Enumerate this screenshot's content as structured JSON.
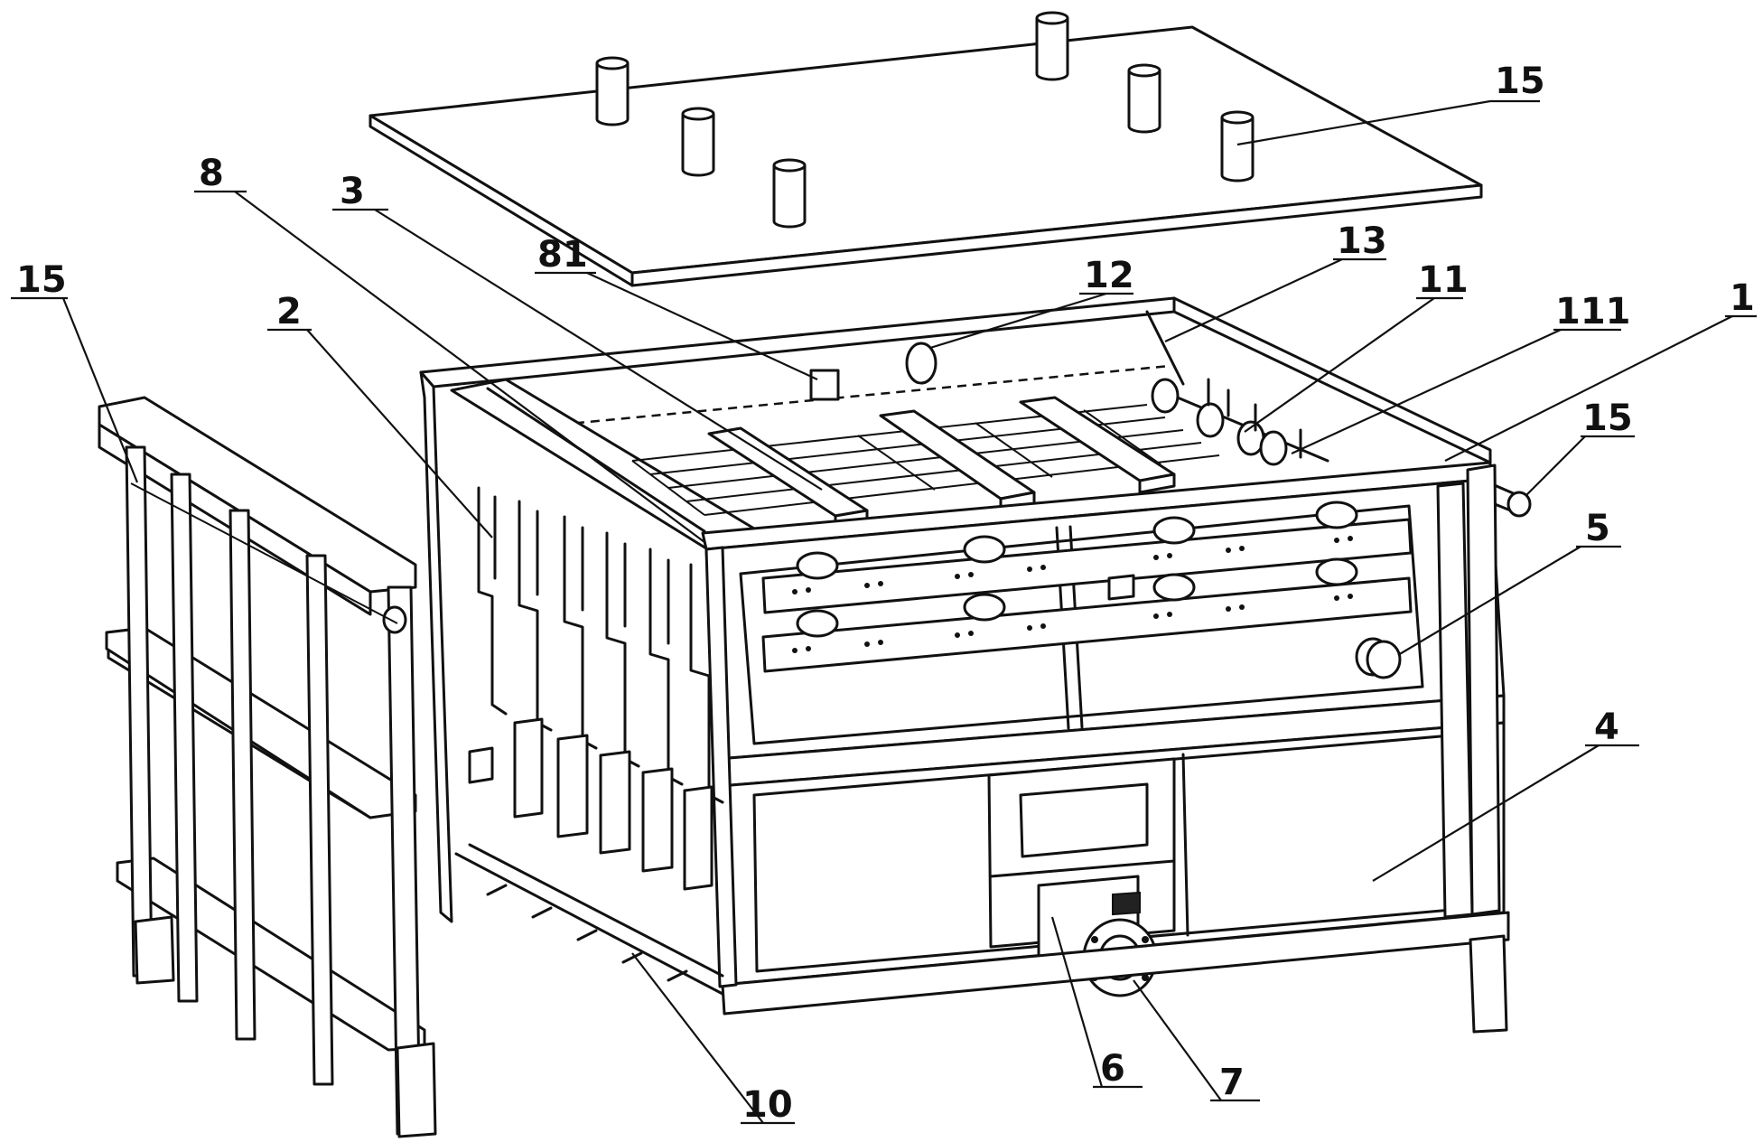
{
  "labels": {
    "l15_top": "15",
    "l8": "8",
    "l3": "3",
    "l81": "81",
    "l12": "12",
    "l13": "13",
    "l11": "11",
    "l111": "111",
    "l1": "1",
    "l15_left": "15",
    "l2": "2",
    "l15_right": "15",
    "l5": "5",
    "l4": "4",
    "l10": "10",
    "l6": "6",
    "l7": "7"
  }
}
